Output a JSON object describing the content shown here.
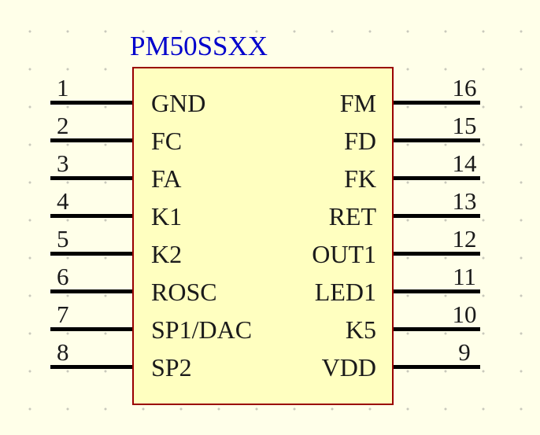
{
  "component": {
    "title": "PM50SSXX",
    "left_pins": [
      {
        "number": "1",
        "label": "GND"
      },
      {
        "number": "2",
        "label": "FC"
      },
      {
        "number": "3",
        "label": "FA"
      },
      {
        "number": "4",
        "label": "K1"
      },
      {
        "number": "5",
        "label": "K2"
      },
      {
        "number": "6",
        "label": "ROSC"
      },
      {
        "number": "7",
        "label": "SP1/DAC"
      },
      {
        "number": "8",
        "label": "SP2"
      }
    ],
    "right_pins": [
      {
        "number": "16",
        "label": "FM"
      },
      {
        "number": "15",
        "label": "FD"
      },
      {
        "number": "14",
        "label": "FK"
      },
      {
        "number": "13",
        "label": "RET"
      },
      {
        "number": "12",
        "label": "OUT1"
      },
      {
        "number": "11",
        "label": "LED1"
      },
      {
        "number": "10",
        "label": "K5"
      },
      {
        "number": "9",
        "label": "VDD"
      }
    ]
  },
  "colors": {
    "background": "#FFFFE9",
    "grid_dot": "#C9C9BC",
    "body_fill": "#FFFFC0",
    "body_border": "#990000",
    "title_text": "#0000CC",
    "pin_line": "#000000",
    "pin_text": "#1A1A1A"
  }
}
